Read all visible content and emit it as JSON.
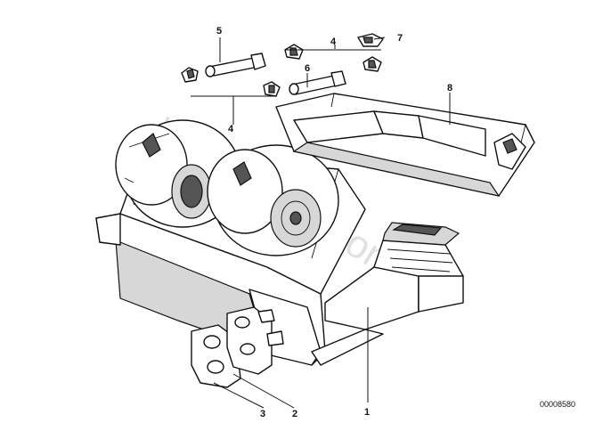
{
  "diagram": {
    "callouts": [
      "1",
      "2",
      "3",
      "4",
      "4",
      "5",
      "6",
      "7",
      "8"
    ],
    "reference_number": "00008580",
    "watermark": "www.BMWstore.pl"
  }
}
